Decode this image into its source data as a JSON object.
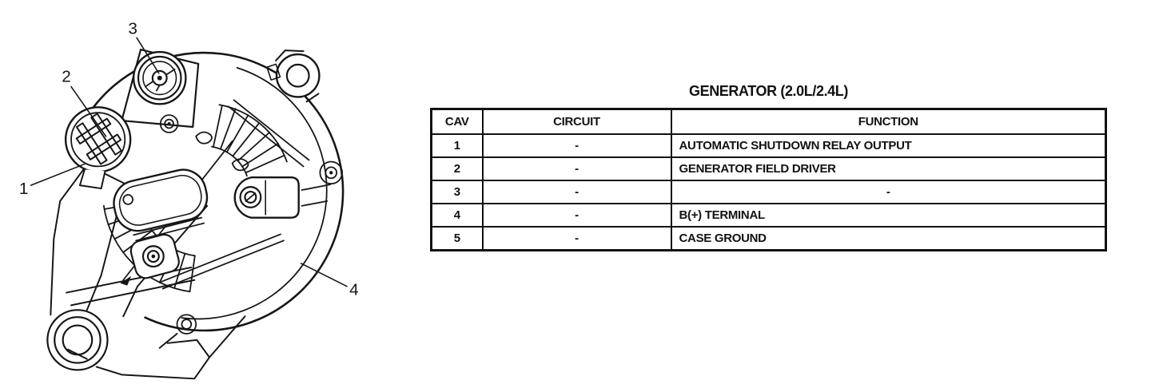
{
  "colors": {
    "ink": "#161616",
    "paper": "#ffffff"
  },
  "figure": {
    "description": "Rear-view line drawing of the generator (alternator) with numbered terminal callouts",
    "callouts": [
      {
        "label": "1"
      },
      {
        "label": "2"
      },
      {
        "label": "3"
      },
      {
        "label": "4"
      }
    ]
  },
  "table": {
    "title": "GENERATOR (2.0L/2.4L)",
    "columns": [
      {
        "key": "cav",
        "label": "CAV"
      },
      {
        "key": "circuit",
        "label": "CIRCUIT"
      },
      {
        "key": "function",
        "label": "FUNCTION"
      }
    ],
    "rows": [
      {
        "cav": "1",
        "circuit": "-",
        "function": "AUTOMATIC SHUTDOWN RELAY OUTPUT",
        "function_align": "left"
      },
      {
        "cav": "2",
        "circuit": "-",
        "function": "GENERATOR FIELD DRIVER",
        "function_align": "left"
      },
      {
        "cav": "3",
        "circuit": "-",
        "function": "-",
        "function_align": "center"
      },
      {
        "cav": "4",
        "circuit": "-",
        "function": "B(+) TERMINAL",
        "function_align": "left"
      },
      {
        "cav": "5",
        "circuit": "-",
        "function": "CASE GROUND",
        "function_align": "left"
      }
    ]
  }
}
